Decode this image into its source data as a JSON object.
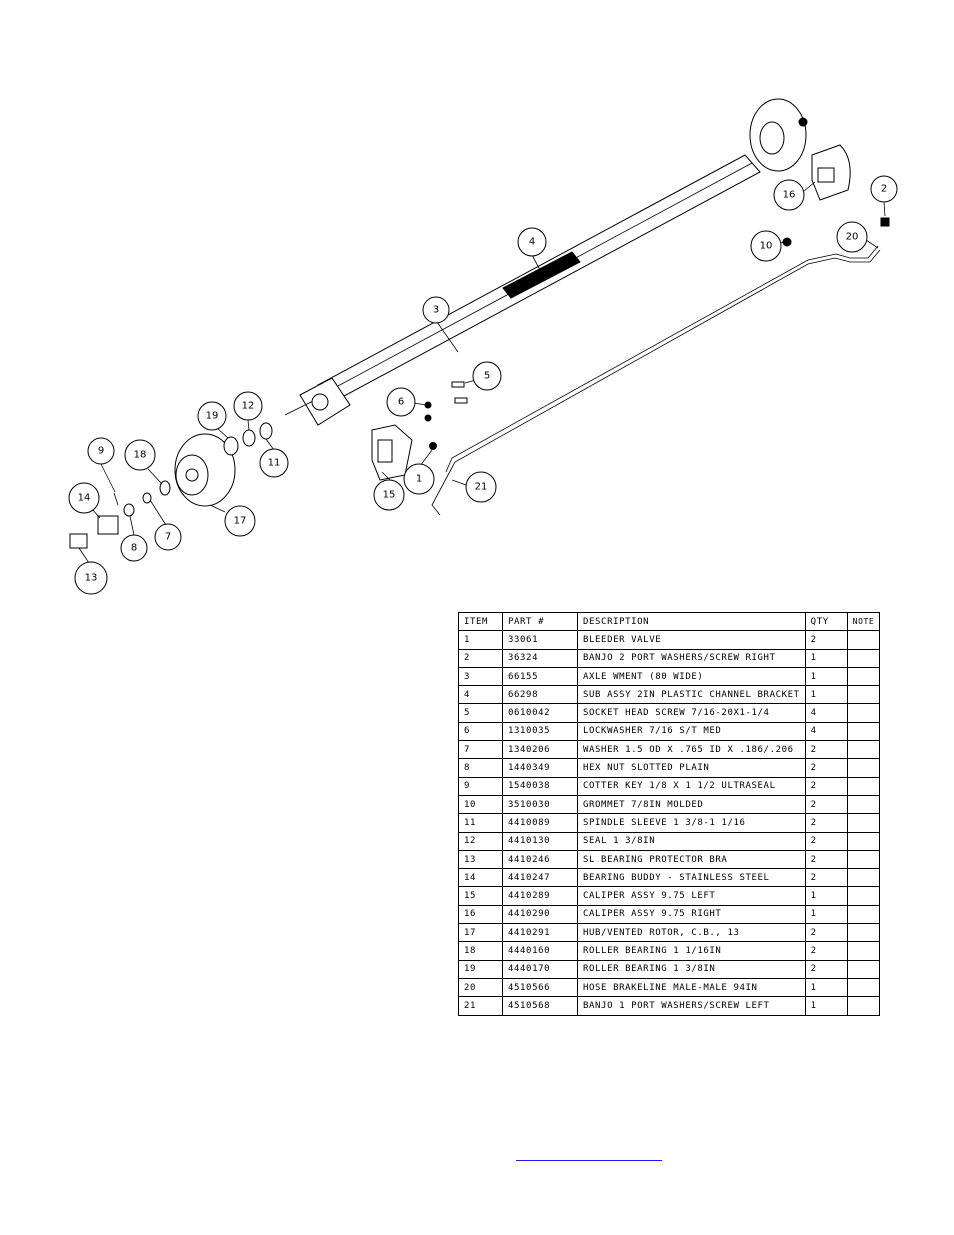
{
  "callouts": [
    "1",
    "2",
    "3",
    "4",
    "5",
    "6",
    "7",
    "8",
    "9",
    "10",
    "11",
    "12",
    "13",
    "14",
    "15",
    "16",
    "17",
    "18",
    "19",
    "20",
    "21"
  ],
  "table": {
    "headers": [
      "ITEM",
      "PART #",
      "DESCRIPTION",
      "QTY",
      "NOTE"
    ],
    "rows": [
      [
        "1",
        "33061",
        "BLEEDER VALVE",
        "2",
        ""
      ],
      [
        "2",
        "36324",
        "BANJO 2 PORT WASHERS/SCREW RIGHT",
        "1",
        ""
      ],
      [
        "3",
        "66155",
        "AXLE WMENT (80 WIDE)",
        "1",
        ""
      ],
      [
        "4",
        "66298",
        "SUB ASSY 2IN PLASTIC CHANNEL BRACKET",
        "1",
        ""
      ],
      [
        "5",
        "0610042",
        "SOCKET HEAD SCREW 7/16-20X1-1/4",
        "4",
        ""
      ],
      [
        "6",
        "1310035",
        "LOCKWASHER 7/16 S/T MED",
        "4",
        ""
      ],
      [
        "7",
        "1340206",
        "WASHER 1.5 OD X .765 ID X .186/.206",
        "2",
        ""
      ],
      [
        "8",
        "1440349",
        "HEX NUT SLOTTED PLAIN",
        "2",
        ""
      ],
      [
        "9",
        "1540038",
        "COTTER KEY 1/8 X 1 1/2 ULTRASEAL",
        "2",
        ""
      ],
      [
        "10",
        "3510030",
        "GROMMET  7/8IN MOLDED",
        "2",
        ""
      ],
      [
        "11",
        "4410089",
        "SPINDLE SLEEVE  1 3/8-1 1/16",
        "2",
        ""
      ],
      [
        "12",
        "4410130",
        "SEAL  1 3/8IN",
        "2",
        ""
      ],
      [
        "13",
        "4410246",
        "SL BEARING PROTECTOR BRA",
        "2",
        ""
      ],
      [
        "14",
        "4410247",
        "BEARING BUDDY - STAINLESS STEEL",
        "2",
        ""
      ],
      [
        "15",
        "4410289",
        "CALIPER ASSY 9.75 LEFT",
        "1",
        ""
      ],
      [
        "16",
        "4410290",
        "CALIPER ASSY 9.75 RIGHT",
        "1",
        ""
      ],
      [
        "17",
        "4410291",
        "HUB/VENTED ROTOR, C.B.,  13",
        "2",
        ""
      ],
      [
        "18",
        "4440160",
        "ROLLER BEARING   1 1/16IN",
        "2",
        ""
      ],
      [
        "19",
        "4440170",
        "ROLLER BEARING   1 3/8IN",
        "2",
        ""
      ],
      [
        "20",
        "4510566",
        "HOSE BRAKELINE MALE-MALE 94IN",
        "1",
        ""
      ],
      [
        "21",
        "4510568",
        "BANJO 1 PORT WASHERS/SCREW LEFT",
        "1",
        ""
      ]
    ]
  }
}
